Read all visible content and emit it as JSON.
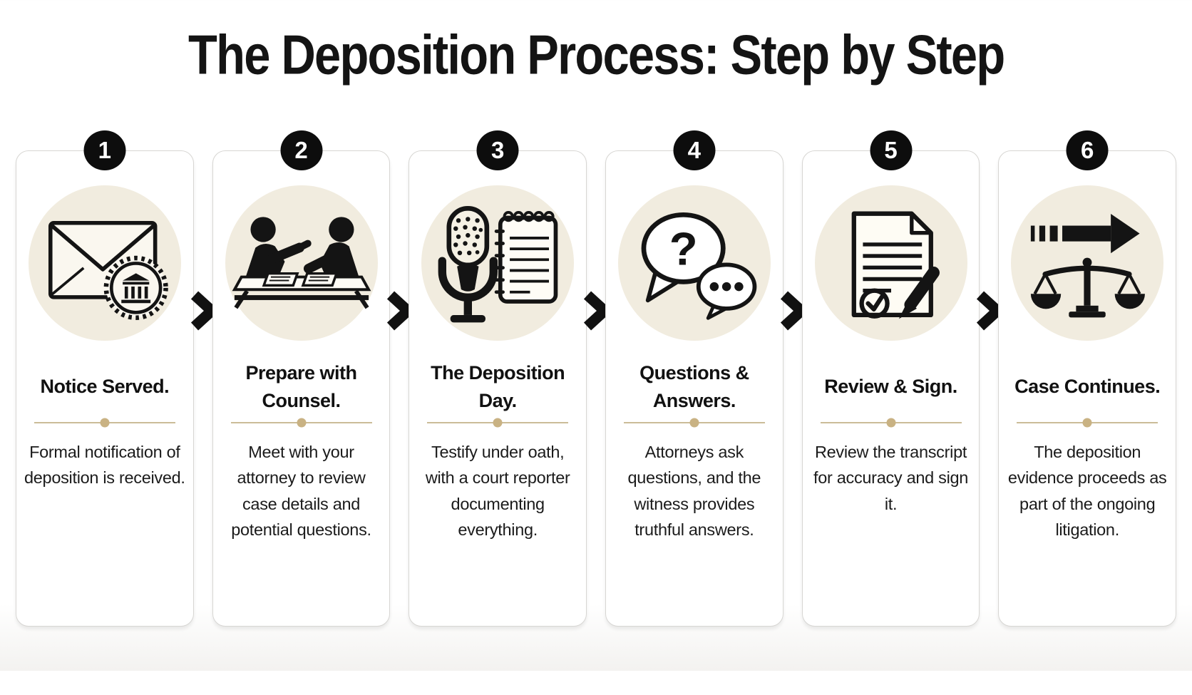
{
  "title": "The Deposition Process: Step by Step",
  "colors": {
    "badge_bg": "#0d0d0d",
    "badge_text": "#ffffff",
    "icon_circle_bg": "#f1ecdf",
    "divider_line": "#cbbc98",
    "divider_dot": "#c9b283",
    "card_border": "#d7d6d3",
    "ink": "#141414"
  },
  "steps": [
    {
      "number": "1",
      "icon": "envelope-seal-icon",
      "title": "Notice Served.",
      "description": "Formal notification of deposition is received."
    },
    {
      "number": "2",
      "icon": "attorney-meeting-icon",
      "title": "Prepare with Counsel.",
      "description": "Meet with your attorney to review case details and potential questions."
    },
    {
      "number": "3",
      "icon": "microphone-notepad-icon",
      "title": "The Deposition Day.",
      "description": "Testify under oath, with a court reporter documenting everything."
    },
    {
      "number": "4",
      "icon": "speech-bubbles-icon",
      "title": "Questions & Answers.",
      "description": "Attorneys ask questions, and the witness provides truthful answers."
    },
    {
      "number": "5",
      "icon": "document-pen-icon",
      "title": "Review & Sign.",
      "description": "Review the transcript for accuracy and sign it."
    },
    {
      "number": "6",
      "icon": "arrow-scales-icon",
      "title": "Case Continues.",
      "description": "The deposition evidence proceeds as part of the ongoing litigation."
    }
  ]
}
